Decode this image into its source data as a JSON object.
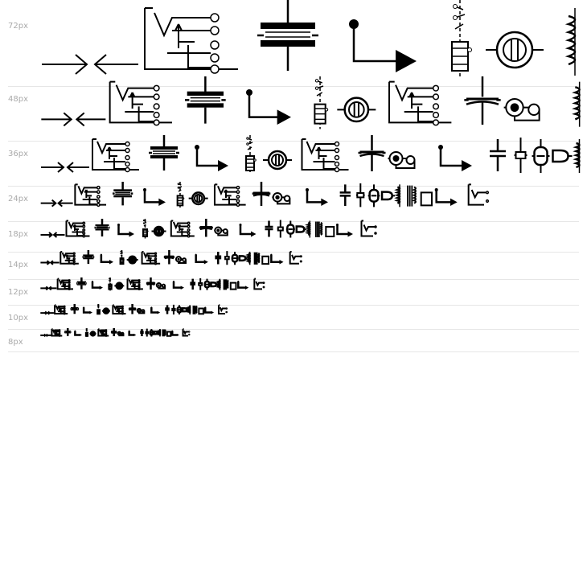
{
  "font_preview": {
    "sample_glyphs": [
      "arrow-right",
      "arrow-left",
      "switch-panel",
      "capacitor-polarized",
      "ground-arrow",
      "relay",
      "lamp",
      "switch-panel",
      "capacitor",
      "speaker",
      "ground-arrow",
      "capacitor-pair",
      "fuse",
      "valve",
      "diode-gate",
      "inductor",
      "transformer",
      "box",
      "ground-arrow",
      "switch-panel-end"
    ],
    "rows": [
      {
        "label": "72px",
        "size": 72
      },
      {
        "label": "48px",
        "size": 48
      },
      {
        "label": "36px",
        "size": 36
      },
      {
        "label": "24px",
        "size": 24
      },
      {
        "label": "18px",
        "size": 18
      },
      {
        "label": "14px",
        "size": 14
      },
      {
        "label": "12px",
        "size": 12
      },
      {
        "label": "10px",
        "size": 10
      },
      {
        "label": "8px",
        "size": 8
      }
    ]
  }
}
